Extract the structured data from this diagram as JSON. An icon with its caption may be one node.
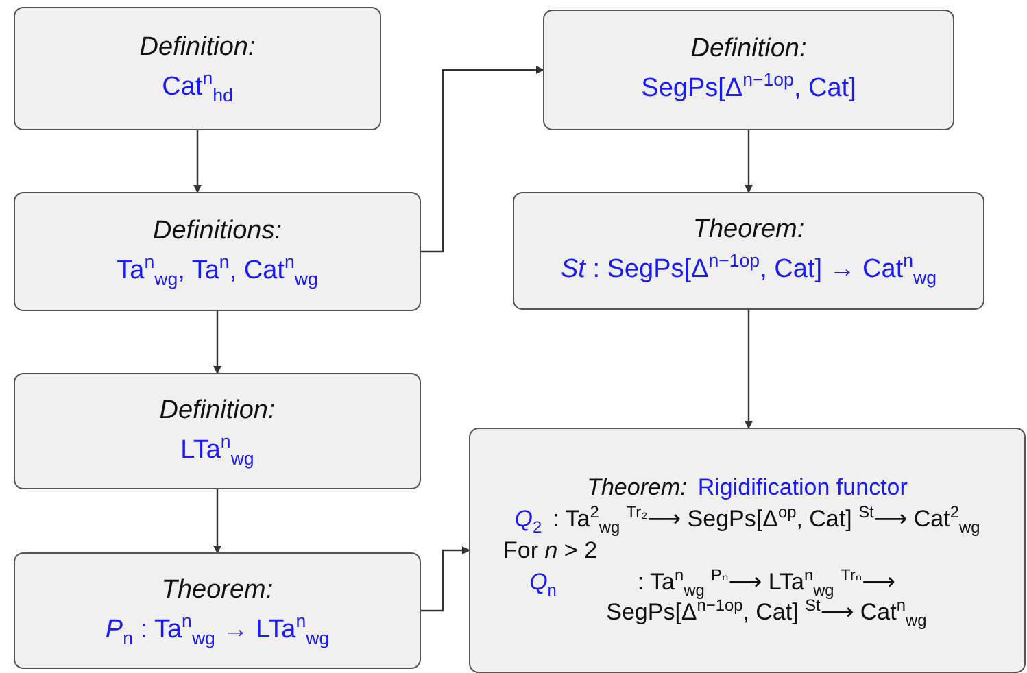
{
  "diagram": {
    "nodes": [
      {
        "text": [
          "Definition:",
          "Cat$^{n}$$_{hd}$"
        ]
      },
      {
        "text": [
          "Definitions:",
          "Ta$^{n}$$_{wg}$, Ta$^{n}$, Cat$^{n}$$_{wg}$"
        ]
      },
      {
        "text": [
          "Definition:",
          "LTa$^{n}$$_{wg}$"
        ]
      },
      {
        "text": [
          "Theorem:",
          "*P*$_{n}$ : Ta$^{n}$$_{wg}$ → LTa$^{n}$$_{wg}$"
        ]
      },
      {
        "text": [
          "Definition:",
          "SegPs[Δ$^{n−1}$$^{op}$, Cat]"
        ]
      },
      {
        "text": [
          "Theorem:",
          "*St* : SegPs[Δ$^{n−1}$$^{op}$, Cat] → Cat$^{n}$$_{wg}$"
        ]
      },
      {
        "text": [
          "Theorem:",
          "Rigidification functor",
          "*Q*$_{2}$",
          ": Ta$^{2}$$_{wg}$ $^{Tr₂}$⟶ SegPs[Δ$^{op}$, Cat] $^{St}$⟶ Cat$^{2}$$_{wg}$",
          "For *n* > 2",
          "*Q*$_{n}$",
          ":  Ta$^{n}$$_{wg}$ $^{Pₙ}$⟶ LTa$^{n}$$_{wg}$ $^{Trₙ}$⟶ SegPs[Δ$^{n−1}$$^{op}$, Cat] $^{St}$⟶ Cat$^{n}$$_{wg}$"
        ]
      }
    ],
    "edges": [
      {
        "from": 0,
        "to": 1,
        "arrow": "to"
      },
      {
        "from": 1,
        "to": 2,
        "arrow": "to"
      },
      {
        "from": 2,
        "to": 3,
        "arrow": "to"
      },
      {
        "from": 1,
        "to": 4,
        "arrow": "to"
      },
      {
        "from": 4,
        "to": 5,
        "arrow": "to"
      },
      {
        "from": 5,
        "to": 6,
        "arrow": "to"
      },
      {
        "from": 3,
        "to": 6,
        "arrow": "to"
      }
    ]
  }
}
